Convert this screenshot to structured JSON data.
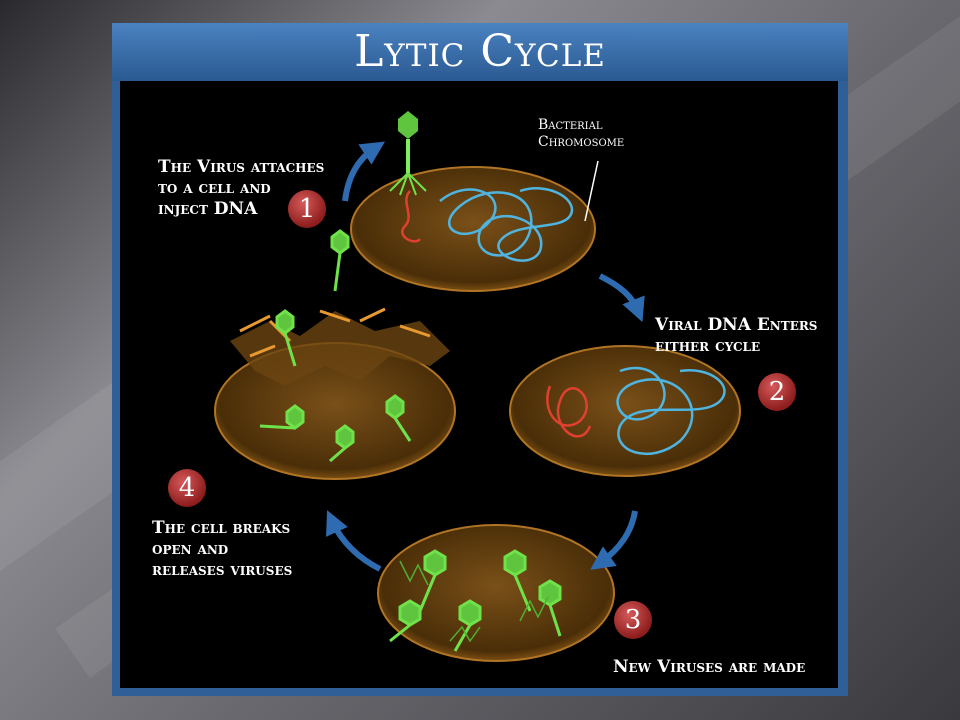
{
  "title": "Lytic Cycle",
  "labels": {
    "chromosome": "Bacterial\nChromosome",
    "step1": "The Virus attaches\nto a cell and\ninject DNA",
    "step2": "Viral DNA Enters\neither cycle",
    "step3": "New Viruses are made",
    "step4": "The cell breaks\nopen and\nreleases viruses"
  },
  "steps": [
    "1",
    "2",
    "3",
    "4"
  ],
  "colors": {
    "frame": "#2f5f96",
    "cell": "#6b4512",
    "bacterial_dna": "#4fb4e0",
    "viral_dna": "#e04030",
    "virus": "#6fe24a",
    "arrow": "#2f6bb0",
    "badge": "#a52a2a"
  }
}
